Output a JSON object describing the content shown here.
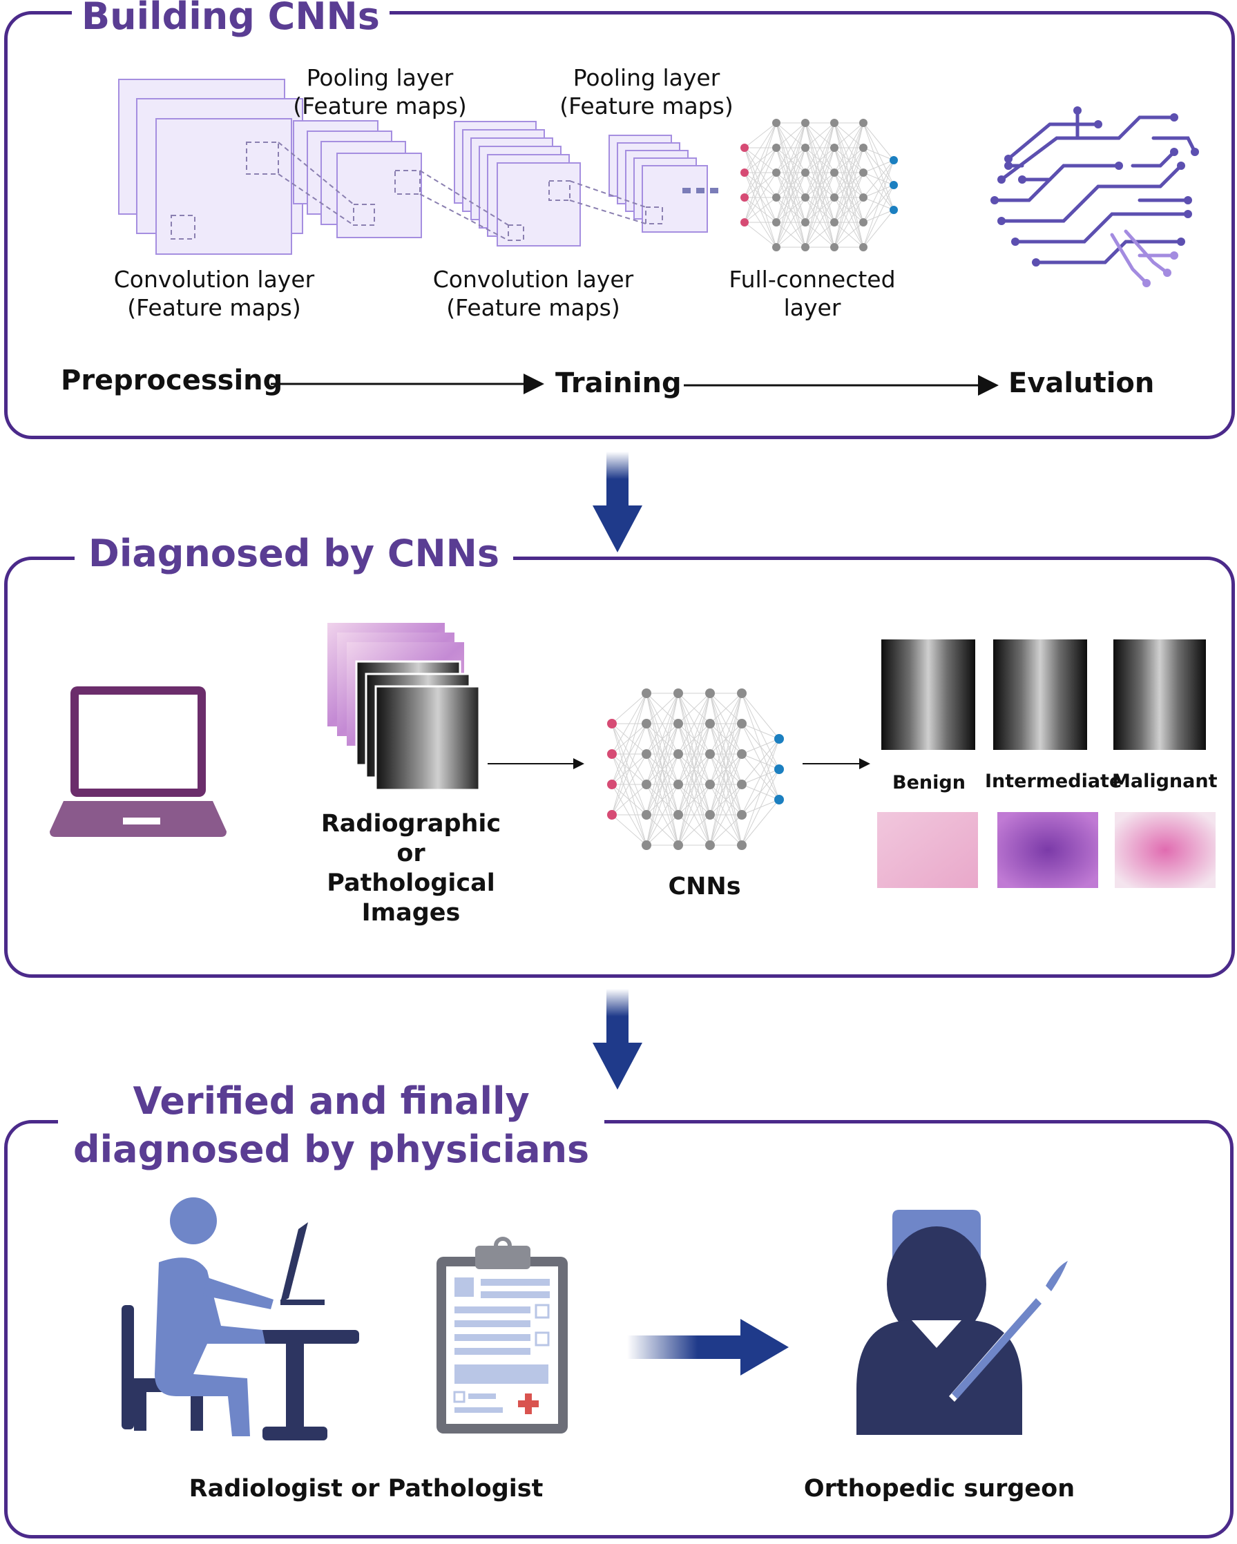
{
  "panels": {
    "building": {
      "title": "Building CNNs",
      "labels": {
        "conv1_line1": "Convolution layer",
        "conv1_line2": "(Feature maps)",
        "pool1_line1": "Pooling layer",
        "pool1_line2": "(Feature maps)",
        "conv2_line1": "Convolution layer",
        "conv2_line2": "(Feature maps)",
        "pool2_line1": "Pooling layer",
        "pool2_line2": "(Feature maps)",
        "fc_line1": "Full-connected",
        "fc_line2": "layer"
      },
      "pipeline": [
        "Preprocessing",
        "Training",
        "Evalution"
      ]
    },
    "diagnosed": {
      "title": "Diagnosed by CNNs",
      "images_label": [
        "Radiographic",
        "or",
        "Pathological",
        "Images"
      ],
      "cnn_label": "CNNs",
      "classes": [
        "Benign",
        "Intermediate",
        "Malignant"
      ]
    },
    "verified": {
      "title_line1": "Verified and finally",
      "title_line2": "diagnosed by physicians",
      "left_label": "Radiologist or Pathologist",
      "right_label": "Orthopedic surgeon"
    }
  },
  "colors": {
    "panel_border": "#4b2a8a",
    "title": "#5a3d93",
    "arrow": "#1f3a8a",
    "node_input": "#d64b74",
    "node_hidden": "#8c8c8c",
    "node_output": "#1b7fc0",
    "feature_map": "#efeafb",
    "physician": "#6f86c8",
    "dark_navy": "#2d3561"
  },
  "icons": [
    "brain-circuit-icon",
    "laptop-icon",
    "clipboard-icon",
    "surgeon-icon",
    "physician-desk-icon",
    "scalpel-icon"
  ]
}
